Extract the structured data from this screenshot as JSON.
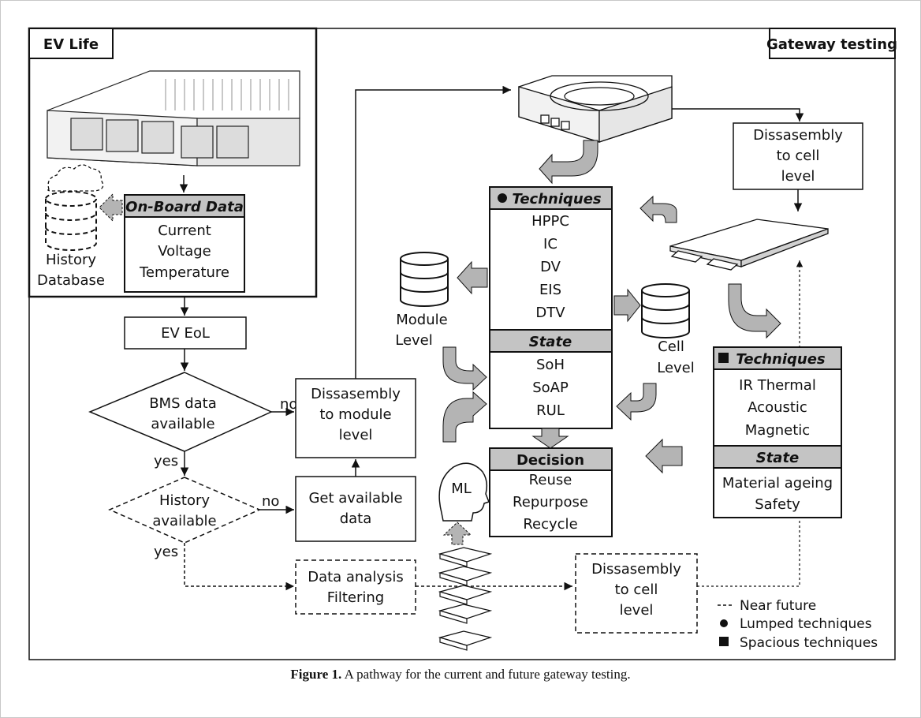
{
  "colors": {
    "header_fill": "#c4c4c4",
    "arrow_fill": "#b4b4b4",
    "stroke": "#111111"
  },
  "regions": {
    "ev_life": "EV Life",
    "gateway": "Gateway testing"
  },
  "onboard": {
    "title": "On-Board Data",
    "items": [
      "Current",
      "Voltage",
      "Temperature"
    ]
  },
  "history_db": [
    "History",
    "Database"
  ],
  "flow": {
    "ev_eol": "EV EoL",
    "bms": [
      "BMS data",
      "available"
    ],
    "history": [
      "History",
      "available"
    ],
    "no1": "no",
    "no2": "no",
    "yes1": "yes",
    "yes2": "yes",
    "diss_module": [
      "Dissasembly",
      "to module",
      "level"
    ],
    "get_data": [
      "Get available",
      "data"
    ],
    "analysis": [
      "Data analysis",
      "Filtering"
    ],
    "diss_cell_bottom": [
      "Dissasembly",
      "to cell",
      "level"
    ],
    "diss_cell_top": [
      "Dissasembly",
      "to cell",
      "level"
    ]
  },
  "lumped": {
    "title": "Techniques",
    "items": [
      "HPPC",
      "IC",
      "DV",
      "EIS",
      "DTV"
    ],
    "state_title": "State",
    "state_items": [
      "SoH",
      "SoAP",
      "RUL"
    ]
  },
  "decision": {
    "title": "Decision",
    "items": [
      "Reuse",
      "Repurpose",
      "Recycle"
    ]
  },
  "spacious": {
    "title": "Techniques",
    "items": [
      "IR Thermal",
      "Acoustic",
      "Magnetic"
    ],
    "state_title": "State",
    "state_items": [
      "Material ageing",
      "Safety"
    ]
  },
  "module_level": [
    "Module",
    "Level"
  ],
  "cell_level": [
    "Cell",
    "Level"
  ],
  "ml": "ML",
  "legend": {
    "near_future": "Near future",
    "lumped": "Lumped techniques",
    "spacious": "Spacious techniques"
  },
  "caption": {
    "label": "Figure 1.",
    "text": "A pathway for the current and future gateway testing."
  }
}
